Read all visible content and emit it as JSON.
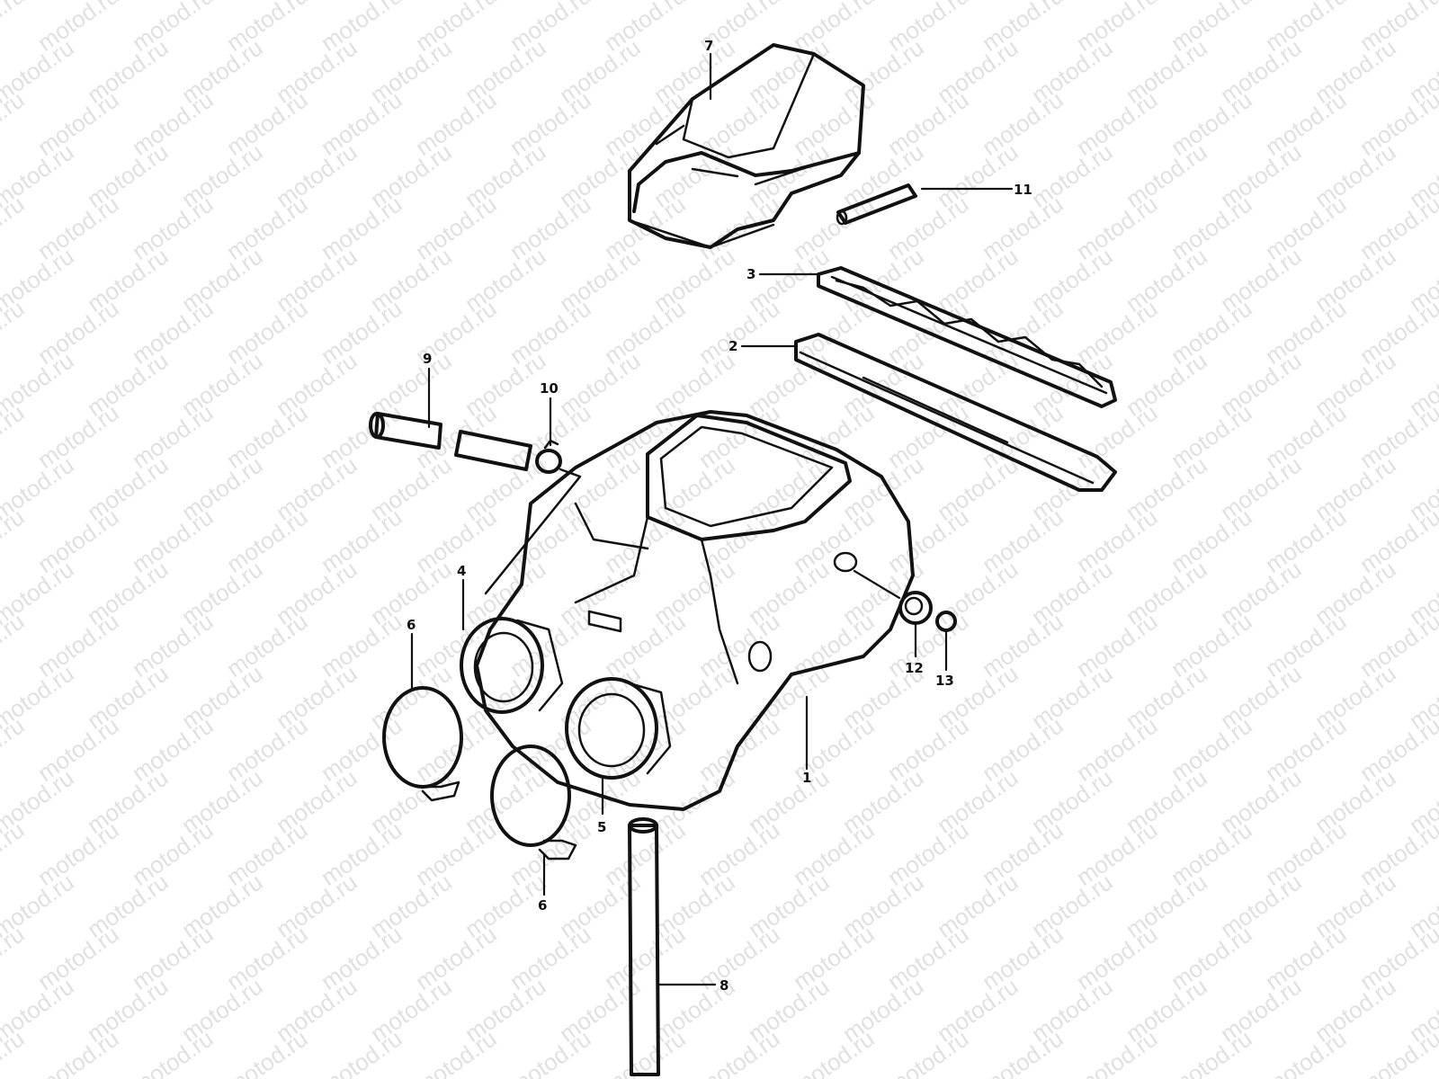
{
  "watermark": "motod.ru",
  "callouts": [
    "1",
    "2",
    "3",
    "4",
    "5",
    "6",
    "6",
    "7",
    "8",
    "9",
    "10",
    "11",
    "12",
    "13"
  ],
  "colors": {
    "line": "#111111",
    "watermark": "#c8c8c8",
    "background": "#ffffff"
  }
}
